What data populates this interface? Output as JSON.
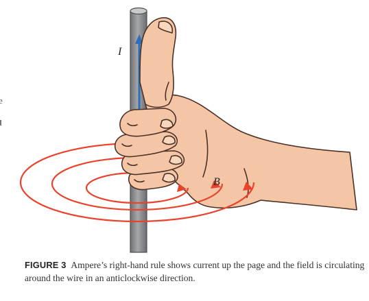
{
  "labels": {
    "current": "I",
    "field": "B"
  },
  "caption": {
    "label": "FIGURE 3",
    "text": "Ampere’s right-hand rule shows current up the page and the field is circulating around the wire in an anticlockwise direction."
  },
  "colors": {
    "field_lines": "#e8432d",
    "current_arrow": "#2a6fb8",
    "wire": "#8e8f92",
    "skin": "#f5c6a5",
    "skin_outline": "#4a3026"
  }
}
